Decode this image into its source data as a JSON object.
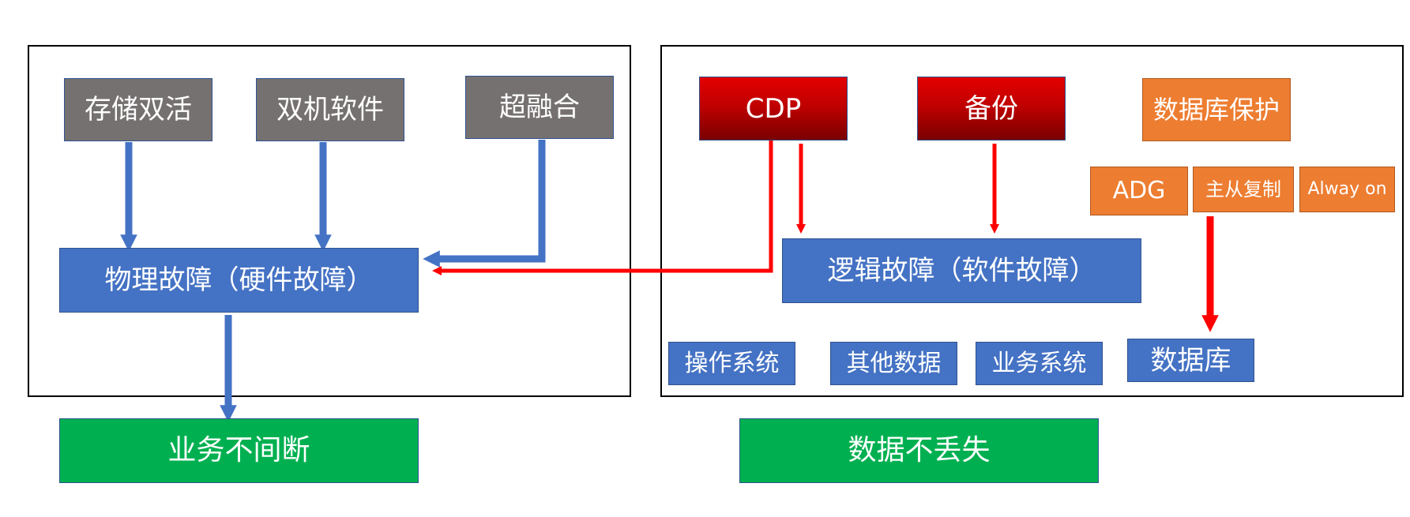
{
  "left_group": {
    "sources": [
      "存储双活",
      "双机软件",
      "超融合"
    ],
    "fault": "物理故障（硬件故障）",
    "outcome": "业务不间断"
  },
  "right_group": {
    "sources": [
      "CDP",
      "备份",
      "数据库保护"
    ],
    "db_options": [
      "ADG",
      "主从复制",
      "Alway on"
    ],
    "fault": "逻辑故障（软件故障）",
    "targets": [
      "操作系统",
      "其他数据",
      "业务系统",
      "数据库"
    ],
    "outcome": "数据不丢失"
  },
  "colors": {
    "gray_box": "#767171",
    "red_box": "#c00000",
    "orange_box": "#ed7d31",
    "blue_box": "#4472c4",
    "green_box": "#00b050",
    "blue_arrow": "#4472c4",
    "red_arrow": "#ff0000"
  }
}
